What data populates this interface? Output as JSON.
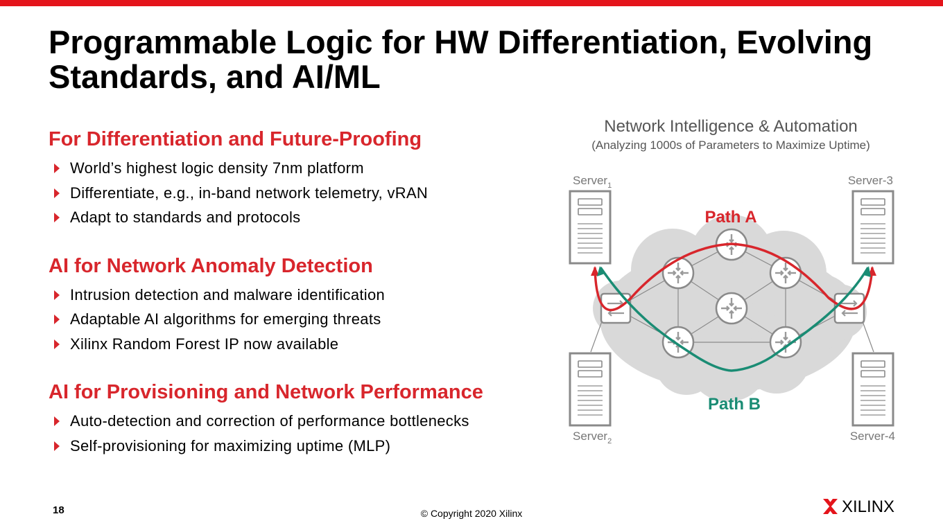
{
  "slide": {
    "title": "Programmable Logic for HW Differentiation, Evolving Standards, and AI/ML",
    "page_number": "18",
    "copyright": "© Copyright 2020 Xilinx",
    "brand": "XILINX",
    "brand_color": "#e4141b"
  },
  "sections": [
    {
      "heading": "For Differentiation and Future-Proofing",
      "bullets": [
        "World’s highest logic density 7nm platform",
        "Differentiate, e.g., in-band network telemetry, vRAN",
        "Adapt to standards and protocols"
      ]
    },
    {
      "heading": "AI for Network Anomaly Detection",
      "bullets": [
        "Intrusion detection and malware identification",
        "Adaptable AI algorithms for emerging threats",
        "Xilinx Random Forest IP now available"
      ]
    },
    {
      "heading": "AI for Provisioning and Network Performance",
      "bullets": [
        "Auto-detection and correction of performance bottlenecks",
        "Self-provisioning for maximizing uptime (MLP)"
      ]
    }
  ],
  "diagram": {
    "title": "Network Intelligence & Automation",
    "subtitle": "(Analyzing 1000s of Parameters to Maximize Uptime)",
    "server_1": {
      "name": "Server",
      "sub": "1"
    },
    "server_2": {
      "name": "Server",
      "sub": "2"
    },
    "server_3": {
      "name": "Server-3"
    },
    "server_4": {
      "name": "Server-4"
    },
    "path_a": {
      "label": "Path A",
      "color": "#d8262c"
    },
    "path_b": {
      "label": "Path B",
      "color": "#1a8c74"
    }
  }
}
